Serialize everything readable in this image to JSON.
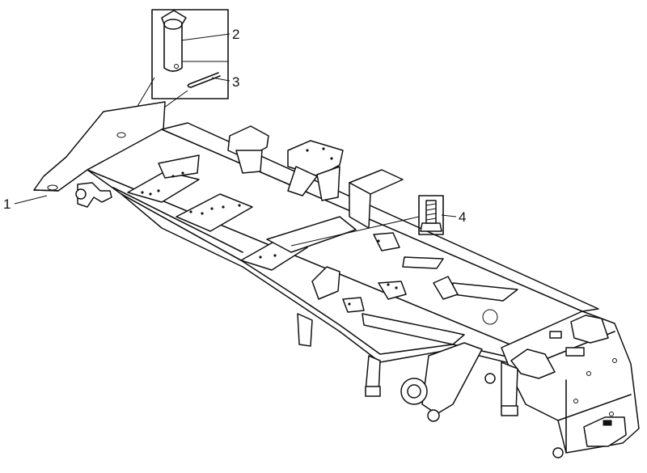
{
  "figure": {
    "callouts": [
      {
        "id": "1",
        "label": "1"
      },
      {
        "id": "2",
        "label": "2"
      },
      {
        "id": "3",
        "label": "3"
      },
      {
        "id": "4",
        "label": "4"
      }
    ]
  }
}
